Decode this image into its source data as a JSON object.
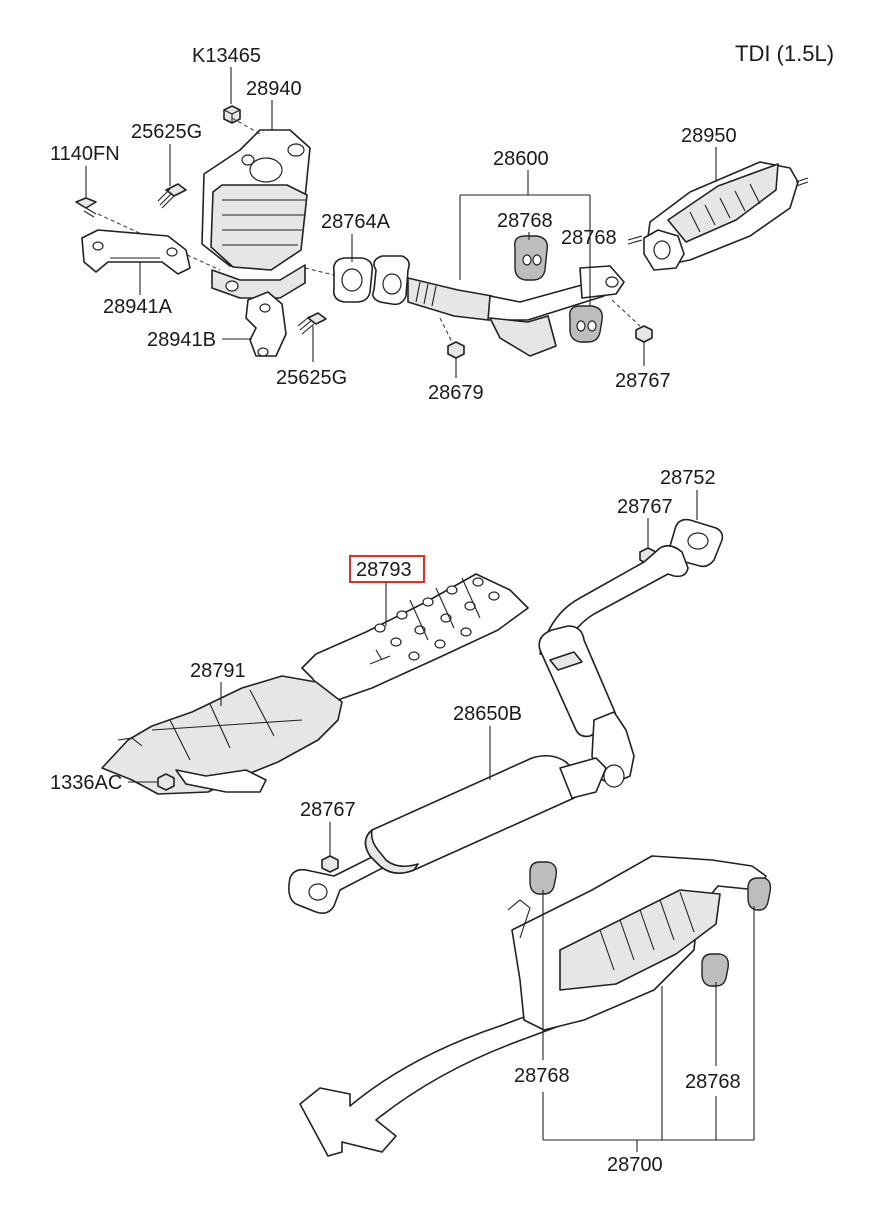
{
  "title": "TDI (1.5L)",
  "labels": {
    "k13465": "K13465",
    "p28940": "28940",
    "p25625g_top": "25625G",
    "p1140fn": "1140FN",
    "p28941a": "28941A",
    "p28941b": "28941B",
    "p25625g_bot": "25625G",
    "p28764a": "28764A",
    "p28600": "28600",
    "p28768_a": "28768",
    "p28768_b": "28768",
    "p28950": "28950",
    "p28679": "28679",
    "p28767_top": "28767",
    "p28752": "28752",
    "p28767_mid": "28767",
    "p28793": "28793",
    "p28791": "28791",
    "p28650b": "28650B",
    "p1336ac": "1336AC",
    "p28767_low": "28767",
    "p28768_c": "28768",
    "p28768_d": "28768",
    "p28700": "28700"
  },
  "highlighted_part": "28793",
  "colors": {
    "highlight": "#e0302a",
    "line": "#222222",
    "background": "#ffffff"
  }
}
